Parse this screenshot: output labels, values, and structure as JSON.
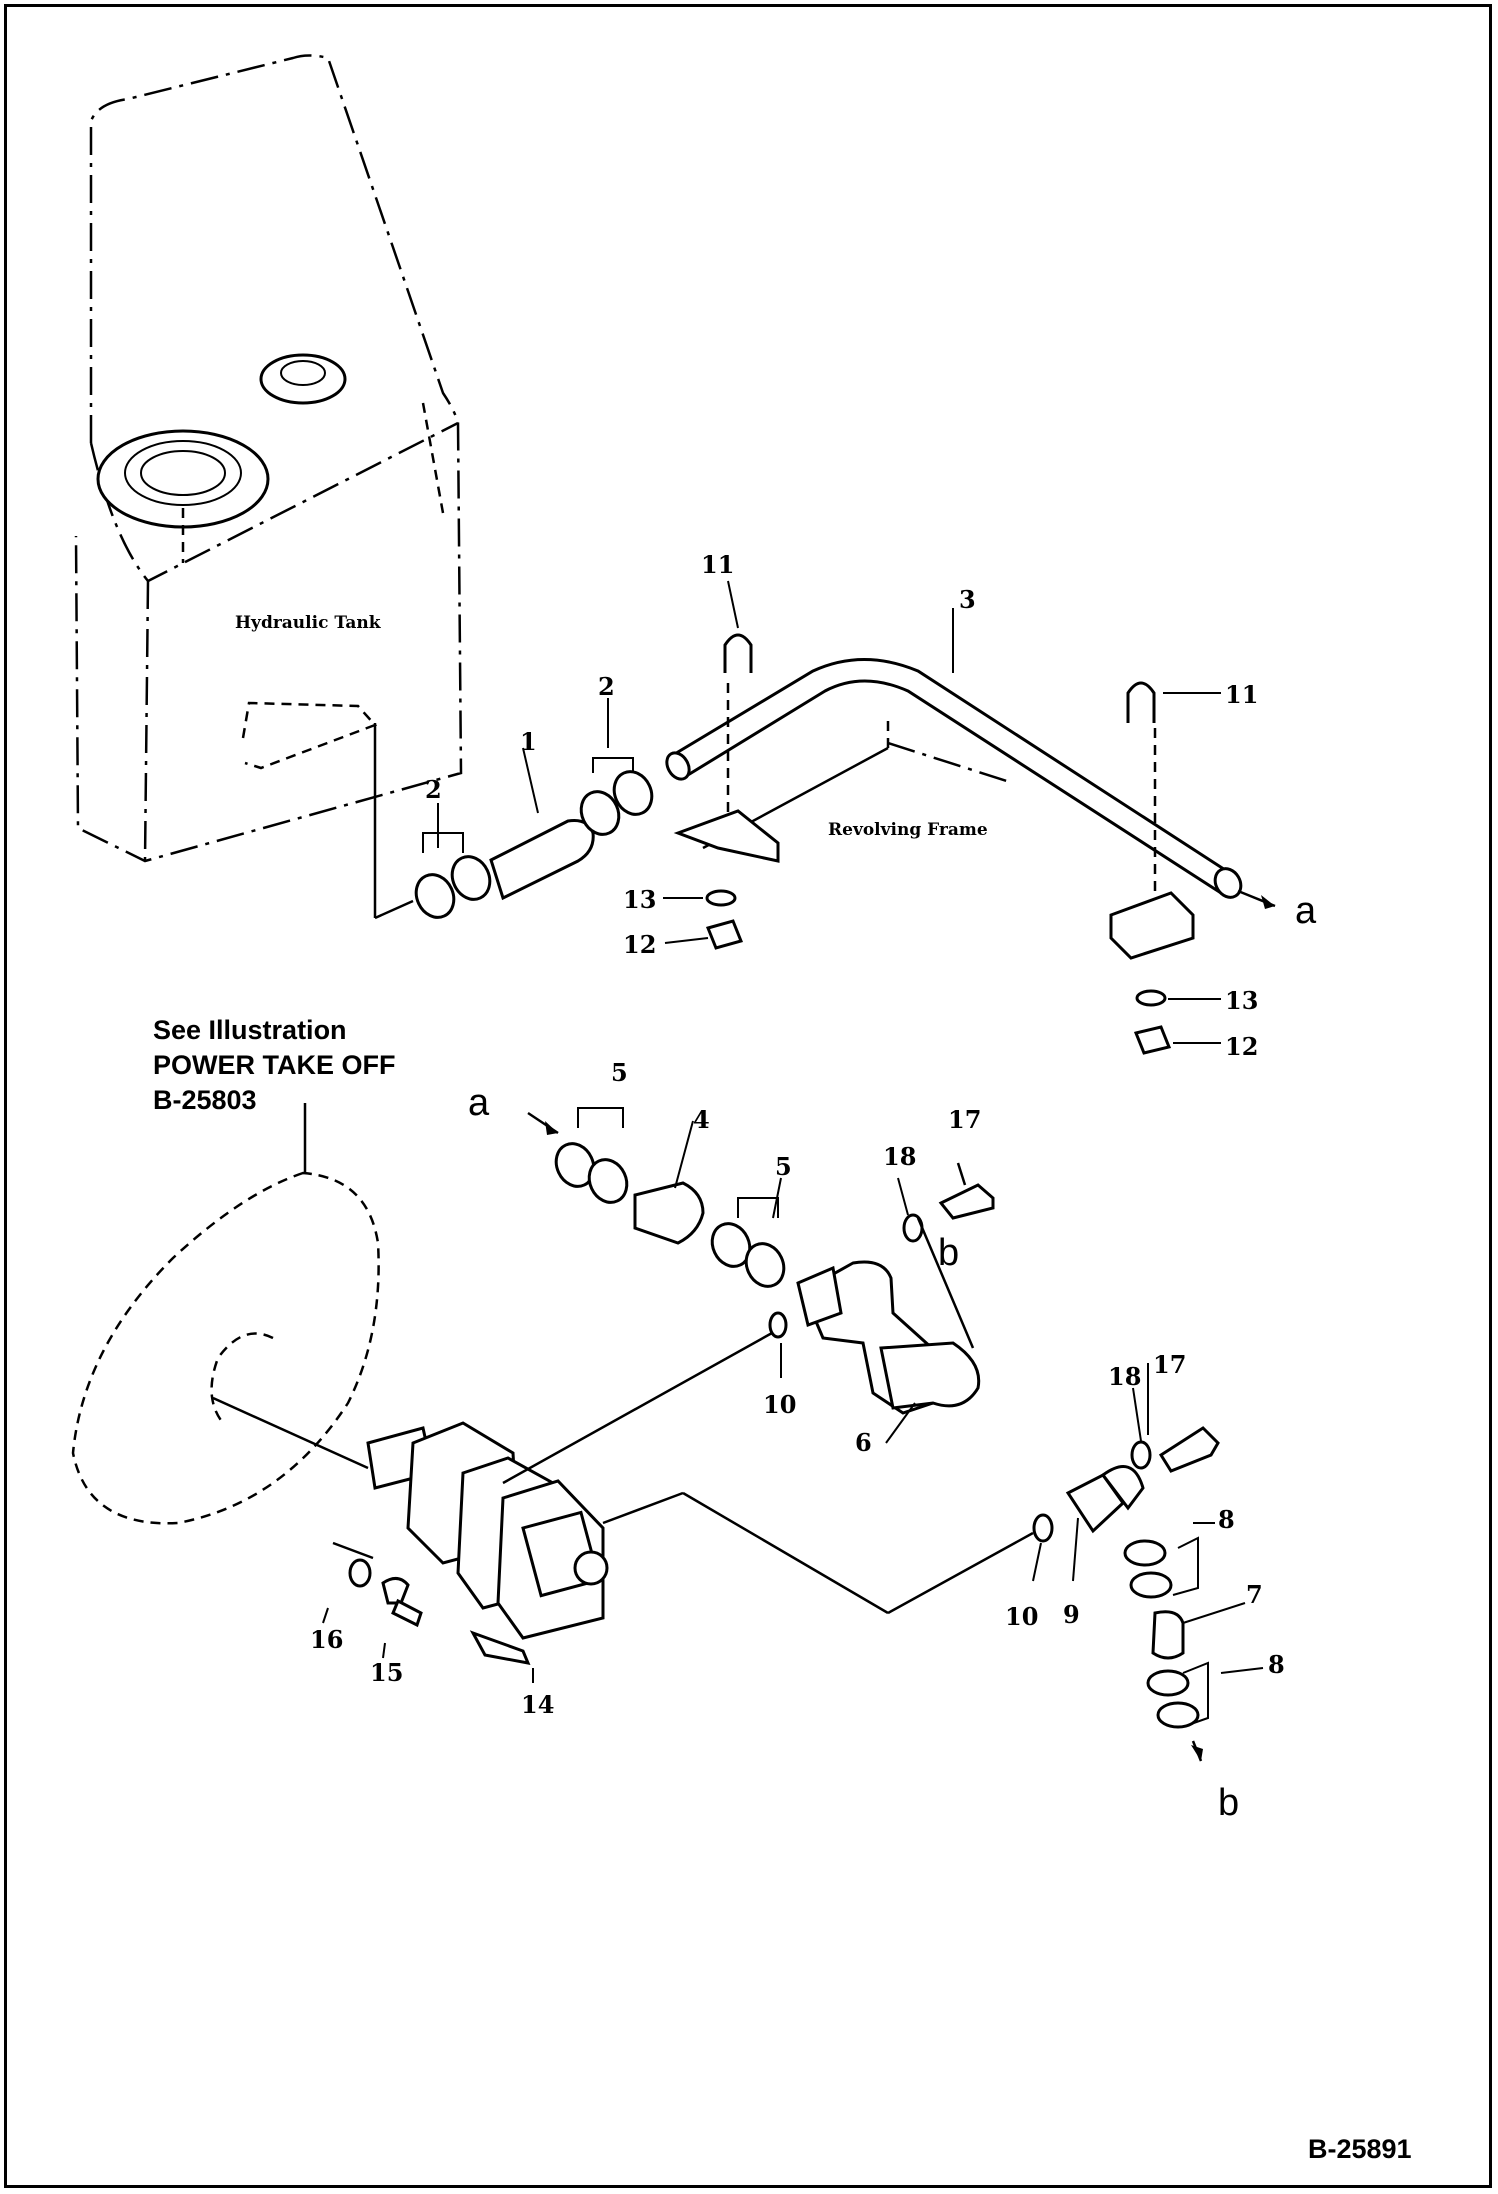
{
  "labels": {
    "hydraulic_tank": "Hydraulic Tank",
    "revolving_frame": "Revolving Frame"
  },
  "see_note": {
    "line1": "See Illustration",
    "line2": "POWER TAKE OFF",
    "line3": "B-25803"
  },
  "reference": "B-25891",
  "callouts": {
    "p1": "1",
    "p2a": "2",
    "p2b": "2",
    "p3": "3",
    "p4": "4",
    "p5a": "5",
    "p5b": "5",
    "p6": "6",
    "p7": "7",
    "p8a": "8",
    "p8b": "8",
    "p9": "9",
    "p10a": "10",
    "p10b": "10",
    "p11a": "11",
    "p11b": "11",
    "p12a": "12",
    "p12b": "12",
    "p13a": "13",
    "p13b": "13",
    "p14": "14",
    "p15": "15",
    "p16": "16",
    "p17a": "17",
    "p17b": "17",
    "p18a": "18",
    "p18b": "18"
  },
  "connectors": {
    "a_out": "a",
    "a_in": "a",
    "b_out": "b",
    "b_in": "b"
  }
}
